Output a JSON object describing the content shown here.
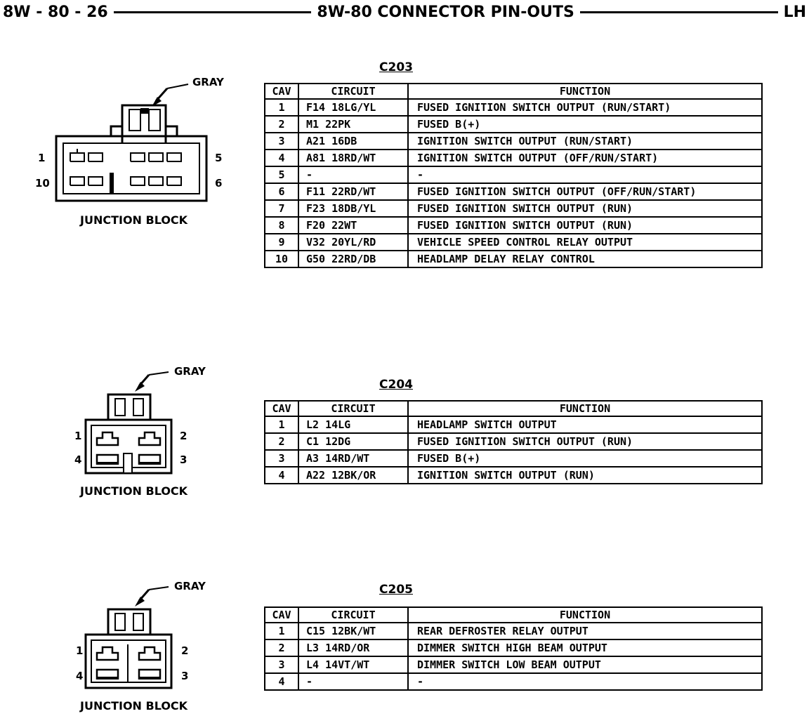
{
  "header": {
    "page_number": "8W - 80 - 26",
    "section_title": "8W-80 CONNECTOR PIN-OUTS",
    "body_code": "LH"
  },
  "columns": {
    "cav": "CAV",
    "circuit": "CIRCUIT",
    "function": "FUNCTION"
  },
  "connectors": [
    {
      "name": "C203",
      "color": "GRAY",
      "location": "JUNCTION BLOCK",
      "pin_labels": {
        "top_left": "1",
        "top_right": "5",
        "bottom_left": "10",
        "bottom_right": "6"
      },
      "rows": [
        {
          "cav": "1",
          "circuit": "F14 18LG/YL",
          "function": "FUSED IGNITION SWITCH OUTPUT (RUN/START)"
        },
        {
          "cav": "2",
          "circuit": "M1 22PK",
          "function": "FUSED B(+)"
        },
        {
          "cav": "3",
          "circuit": "A21 16DB",
          "function": "IGNITION SWITCH OUTPUT (RUN/START)"
        },
        {
          "cav": "4",
          "circuit": "A81 18RD/WT",
          "function": "IGNITION SWITCH OUTPUT (OFF/RUN/START)"
        },
        {
          "cav": "5",
          "circuit": "-",
          "function": "-"
        },
        {
          "cav": "6",
          "circuit": "F11 22RD/WT",
          "function": "FUSED IGNITION SWITCH OUTPUT (OFF/RUN/START)"
        },
        {
          "cav": "7",
          "circuit": "F23 18DB/YL",
          "function": "FUSED IGNITION SWITCH OUTPUT (RUN)"
        },
        {
          "cav": "8",
          "circuit": "F20 22WT",
          "function": "FUSED IGNITION SWITCH OUTPUT (RUN)"
        },
        {
          "cav": "9",
          "circuit": "V32 20YL/RD",
          "function": "VEHICLE SPEED CONTROL RELAY OUTPUT"
        },
        {
          "cav": "10",
          "circuit": "G50 22RD/DB",
          "function": "HEADLAMP DELAY RELAY CONTROL"
        }
      ]
    },
    {
      "name": "C204",
      "color": "GRAY",
      "location": "JUNCTION BLOCK",
      "pin_labels": {
        "top_left": "1",
        "top_right": "2",
        "bottom_left": "4",
        "bottom_right": "3"
      },
      "rows": [
        {
          "cav": "1",
          "circuit": "L2 14LG",
          "function": "HEADLAMP SWITCH OUTPUT"
        },
        {
          "cav": "2",
          "circuit": "C1 12DG",
          "function": "FUSED IGNITION SWITCH OUTPUT (RUN)"
        },
        {
          "cav": "3",
          "circuit": "A3 14RD/WT",
          "function": "FUSED B(+)"
        },
        {
          "cav": "4",
          "circuit": "A22 12BK/OR",
          "function": "IGNITION SWITCH OUTPUT (RUN)"
        }
      ]
    },
    {
      "name": "C205",
      "color": "GRAY",
      "location": "JUNCTION BLOCK",
      "pin_labels": {
        "top_left": "1",
        "top_right": "2",
        "bottom_left": "4",
        "bottom_right": "3"
      },
      "rows": [
        {
          "cav": "1",
          "circuit": "C15 12BK/WT",
          "function": "REAR DEFROSTER RELAY OUTPUT"
        },
        {
          "cav": "2",
          "circuit": "L3 14RD/OR",
          "function": "DIMMER SWITCH HIGH BEAM OUTPUT"
        },
        {
          "cav": "3",
          "circuit": "L4 14VT/WT",
          "function": "DIMMER SWITCH LOW BEAM OUTPUT"
        },
        {
          "cav": "4",
          "circuit": "-",
          "function": "-"
        }
      ]
    }
  ]
}
